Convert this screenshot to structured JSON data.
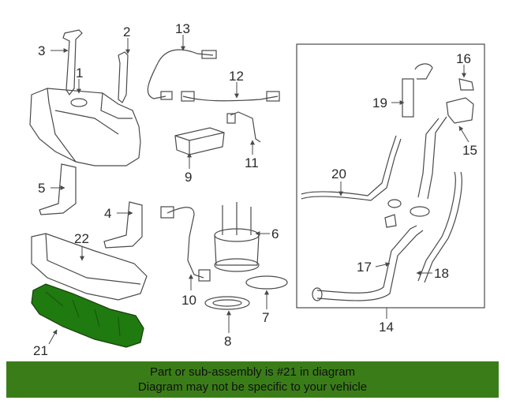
{
  "diagram": {
    "callouts": [
      "1",
      "2",
      "3",
      "4",
      "5",
      "6",
      "7",
      "8",
      "9",
      "10",
      "11",
      "12",
      "13",
      "14",
      "15",
      "16",
      "17",
      "18",
      "19",
      "20",
      "21",
      "22"
    ],
    "highlight_color": "#1f7a10",
    "banner_color": "#3a7d18"
  },
  "banner": {
    "line1": "Part or sub-assembly is #21 in diagram",
    "line2": "Diagram may not be specific to your vehicle"
  }
}
